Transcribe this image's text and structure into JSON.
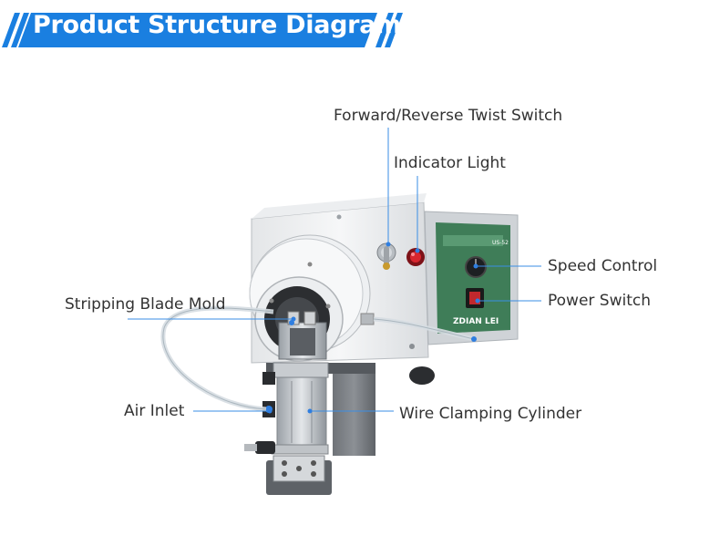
{
  "header": {
    "title": "Product Structure Diagram",
    "accent": "#1a7fe0"
  },
  "labels": {
    "forward_reverse": "Forward/Reverse Twist Switch",
    "indicator_light": "Indicator Light",
    "speed_control": "Speed Control",
    "power_switch": "Power Switch",
    "stripping_blade_mold": "Stripping Blade Mold",
    "air_inlet": "Air Inlet",
    "wire_clamping_cylinder": "Wire Clamping Cylinder"
  },
  "machine": {
    "panel_brand": "ZDIAN LEI",
    "panel_model": "US-52"
  },
  "colors": {
    "leader_line": "#3a8ee6",
    "panel_green": "#3f7d58"
  }
}
